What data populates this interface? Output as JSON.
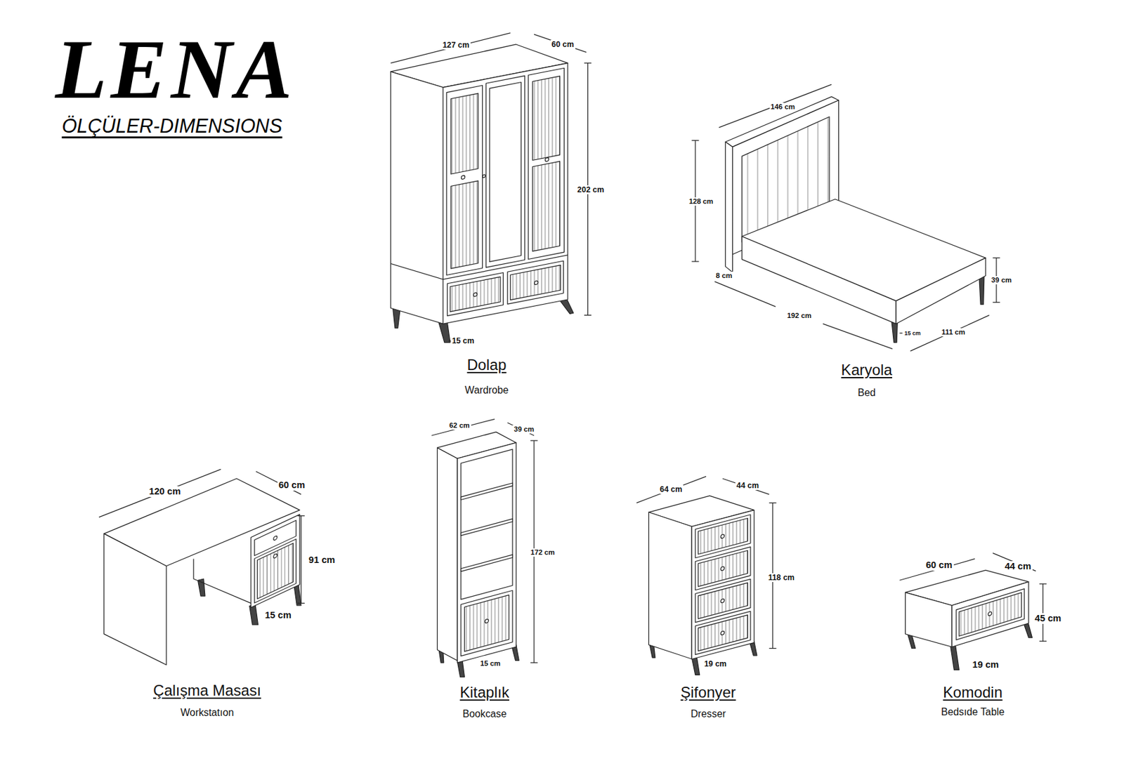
{
  "diagram": {
    "title": "LENA",
    "labels": [
      "ÖLÇÜLER-DIMENSIONS",
      "127 cm",
      "60 cm",
      "202 cm",
      "15 cm",
      "Dolap",
      "Wardrobe",
      "146 cm",
      "128 cm",
      "8 cm",
      "192 cm",
      "39 cm",
      "15 cm",
      "111 cm",
      "Karyola",
      "Bed",
      "120 cm",
      "60 cm",
      "91 cm",
      "15 cm",
      "Çalışma Masası",
      "Workstatıon",
      "62 cm",
      "39 cm",
      "172 cm",
      "15 cm",
      "Kitaplık",
      "Bookcase",
      "64 cm",
      "44 cm",
      "118 cm",
      "19 cm",
      "Şifonyer",
      "Dresser",
      "60 cm",
      "44 cm",
      "45 cm",
      "19 cm",
      "Komodin",
      "Bedsıde Table"
    ]
  }
}
